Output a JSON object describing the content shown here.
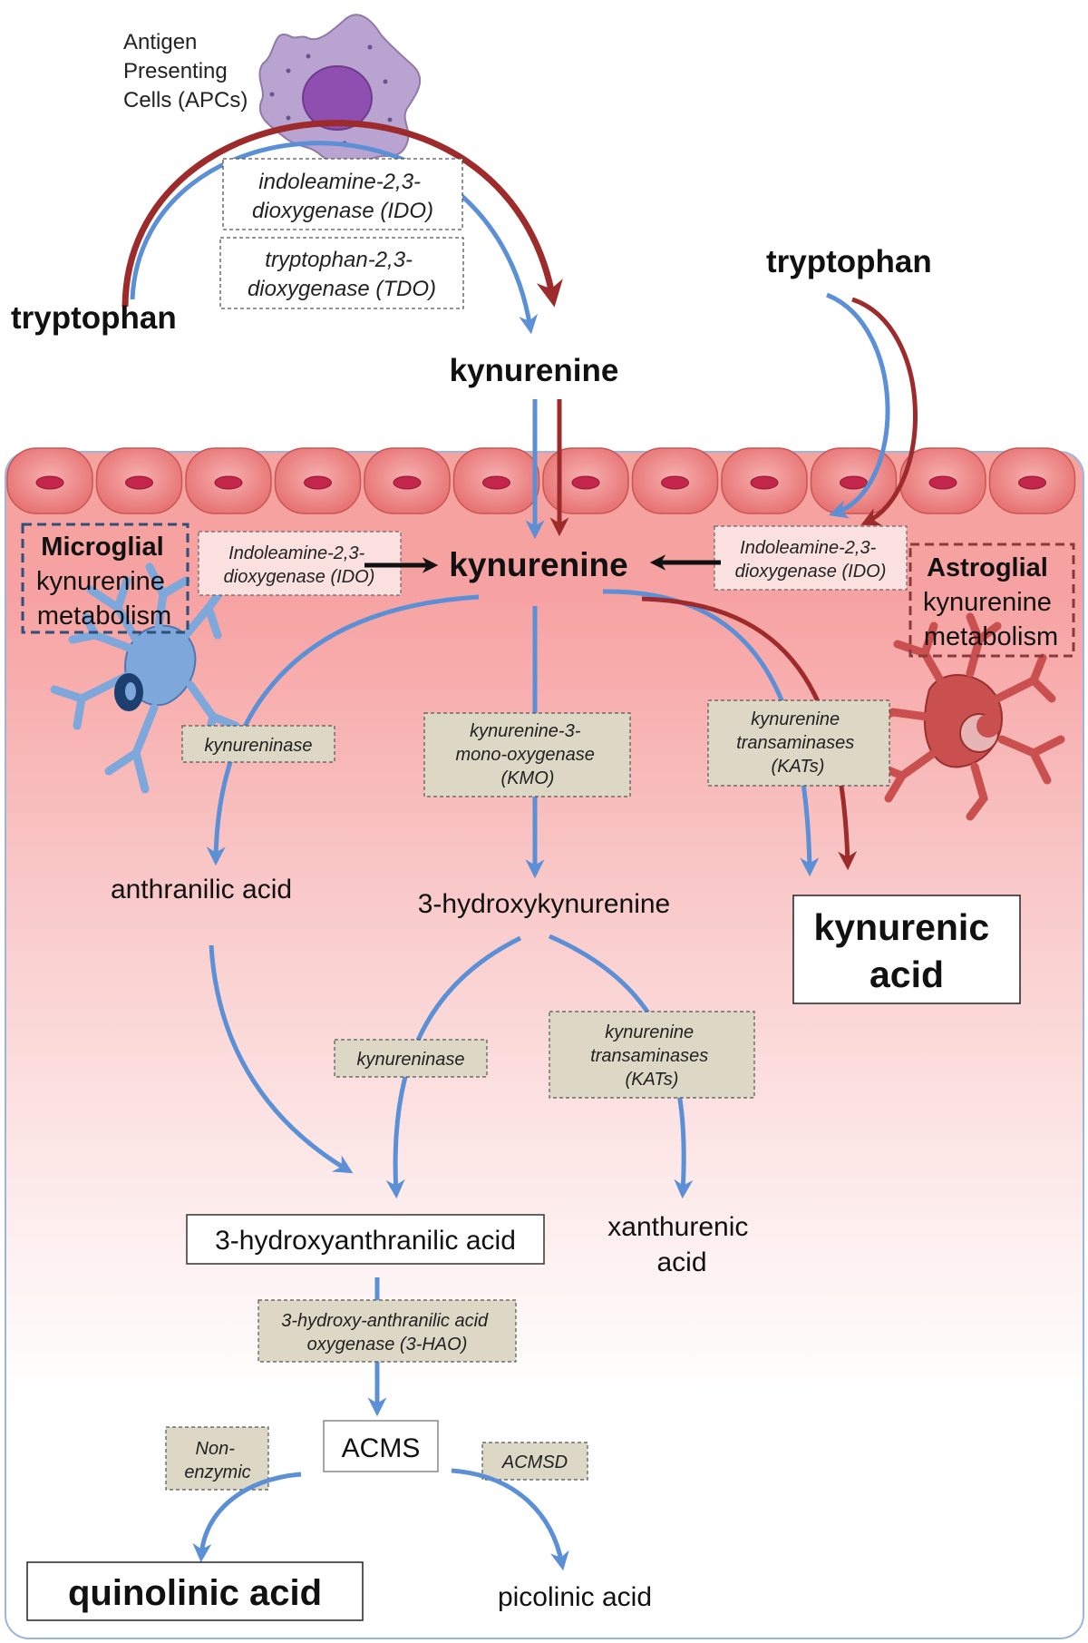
{
  "apc_label": [
    "Antigen",
    "Presenting",
    "Cells (APCs)"
  ],
  "tryptophan_left": "tryptophan",
  "tryptophan_right": "tryptophan",
  "kynurenine_top": "kynurenine",
  "kynurenine_main": "kynurenine",
  "enzymes": {
    "ido_top": [
      "indoleamine-2,3-",
      "dioxygenase (IDO)"
    ],
    "tdo_top": [
      "tryptophan-2,3-",
      "dioxygenase (TDO)"
    ],
    "ido_left": [
      "Indoleamine-2,3-",
      "dioxygenase (IDO)"
    ],
    "ido_right": [
      "Indoleamine-2,3-",
      "dioxygenase (IDO)"
    ],
    "kynureninase_left": [
      "kynureninase"
    ],
    "kmo": [
      "kynurenine-3-",
      "mono-oxygenase",
      "(KMO)"
    ],
    "kats_right": [
      "kynurenine",
      "transaminases",
      "(KATs)"
    ],
    "kynureninase_mid": [
      "kynureninase"
    ],
    "kats_mid": [
      "kynurenine",
      "transaminases",
      "(KATs)"
    ],
    "hao": [
      "3-hydroxy-anthranilic acid",
      "oxygenase (3-HAO)"
    ],
    "non_enzymic": [
      "Non-",
      "enzymic"
    ],
    "acmsd": [
      "ACMSD"
    ]
  },
  "microglial_label": [
    "Microglial",
    "kynurenine",
    "metabolism"
  ],
  "astroglial_label": [
    "Astroglial",
    "kynurenine",
    "metabolism"
  ],
  "products": {
    "anthranilic_acid": "anthranilic acid",
    "hydroxykynurenine": "3-hydroxykynurenine",
    "kynurenic_acid": [
      "kynurenic",
      "acid"
    ],
    "hydroxyanthranilic_acid": "3-hydroxyanthranilic acid",
    "xanthurenic_acid": [
      "xanthurenic",
      "acid"
    ],
    "acms": "ACMS",
    "quinolinic_acid": "quinolinic acid",
    "picolinic_acid": "picolinic acid"
  },
  "colors": {
    "blue_arrow": "#5b8fd6",
    "red_arrow": "#9e2b2b",
    "enzyme_box_fill": "#ddd7c6",
    "cell_fill": "#ee8080",
    "brain_top": "#f28b8b",
    "microglia": "#7ea7db",
    "astrocyte": "#c9504e",
    "apc": "#b9a3d0"
  }
}
